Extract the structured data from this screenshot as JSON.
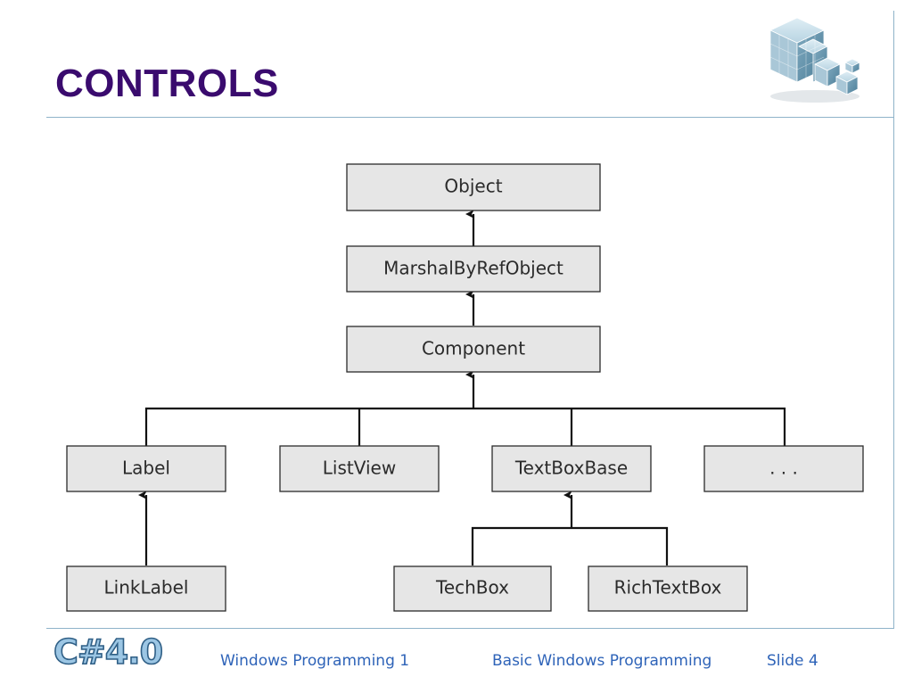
{
  "slide": {
    "title": "CONTROLS",
    "footer": {
      "logo_text": "C#4.0",
      "course": "Windows Programming 1",
      "topic": "Basic Windows Programming",
      "slide_number": "Slide 4"
    }
  },
  "diagram": {
    "nodes": {
      "object": "Object",
      "marshal": "MarshalByRefObject",
      "component": "Component",
      "label": "Label",
      "listview": "ListView",
      "textboxbase": "TextBoxBase",
      "ellipsis": ". . .",
      "linklabel": "LinkLabel",
      "techbox": "TechBox",
      "richtextbox": "RichTextBox"
    },
    "edges": [
      {
        "from": "marshal",
        "to": "object"
      },
      {
        "from": "component",
        "to": "marshal"
      },
      {
        "from": "label",
        "to": "component"
      },
      {
        "from": "listview",
        "to": "component"
      },
      {
        "from": "textboxbase",
        "to": "component"
      },
      {
        "from": "ellipsis",
        "to": "component"
      },
      {
        "from": "linklabel",
        "to": "label"
      },
      {
        "from": "techbox",
        "to": "textboxbase"
      },
      {
        "from": "richtextbox",
        "to": "textboxbase"
      }
    ],
    "colors": {
      "node_fill": "#e6e6e6",
      "line": "#111111"
    }
  },
  "theme": {
    "title_color": "#3a0b6e",
    "footer_color": "#2e63b8",
    "rule_color": "#8fb3c9"
  },
  "icons": {
    "logo": "cubes-logo-icon"
  }
}
